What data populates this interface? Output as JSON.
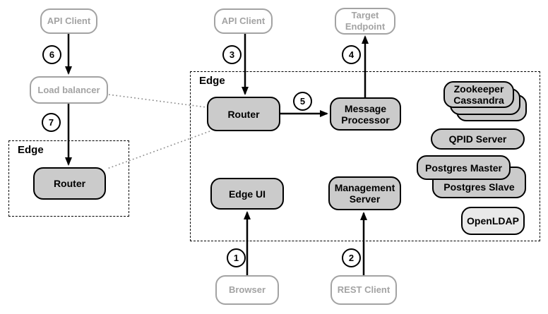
{
  "zones": {
    "outer": {
      "label": "Edge"
    },
    "main": {
      "label": "Edge"
    }
  },
  "steps": {
    "1": "1",
    "2": "2",
    "3": "3",
    "4": "4",
    "5": "5",
    "6": "6",
    "7": "7"
  },
  "nodes": {
    "api_client_left": {
      "label": "API Client"
    },
    "api_client_mid": {
      "label": "API Client"
    },
    "target_endpoint": {
      "line1": "Target",
      "line2": "Endpoint"
    },
    "load_balancer": {
      "label": "Load balancer"
    },
    "router_left": {
      "label": "Router"
    },
    "router_mid": {
      "label": "Router"
    },
    "message_processor": {
      "line1": "Message",
      "line2": "Processor"
    },
    "edge_ui": {
      "label": "Edge UI"
    },
    "management_server": {
      "line1": "Management",
      "line2": "Server"
    },
    "zookeeper_cassandra": {
      "line1": "Zookeeper",
      "line2": "Cassandra"
    },
    "qpid_server": {
      "label": "QPID Server"
    },
    "postgres_master": {
      "label": "Postgres Master"
    },
    "postgres_slave": {
      "label": "Postgres Slave"
    },
    "openldap": {
      "label": "OpenLDAP"
    },
    "browser": {
      "label": "Browser"
    },
    "rest_client": {
      "label": "REST Client"
    }
  },
  "colors": {
    "component_fill": "#cbcbcb",
    "component_border": "#000000",
    "external_border": "#a3a3a3",
    "external_text": "#a3a3a3",
    "openldap_fill": "#e9e9e9",
    "connector": "#000000",
    "dotted_connector": "#8f8f8f"
  }
}
